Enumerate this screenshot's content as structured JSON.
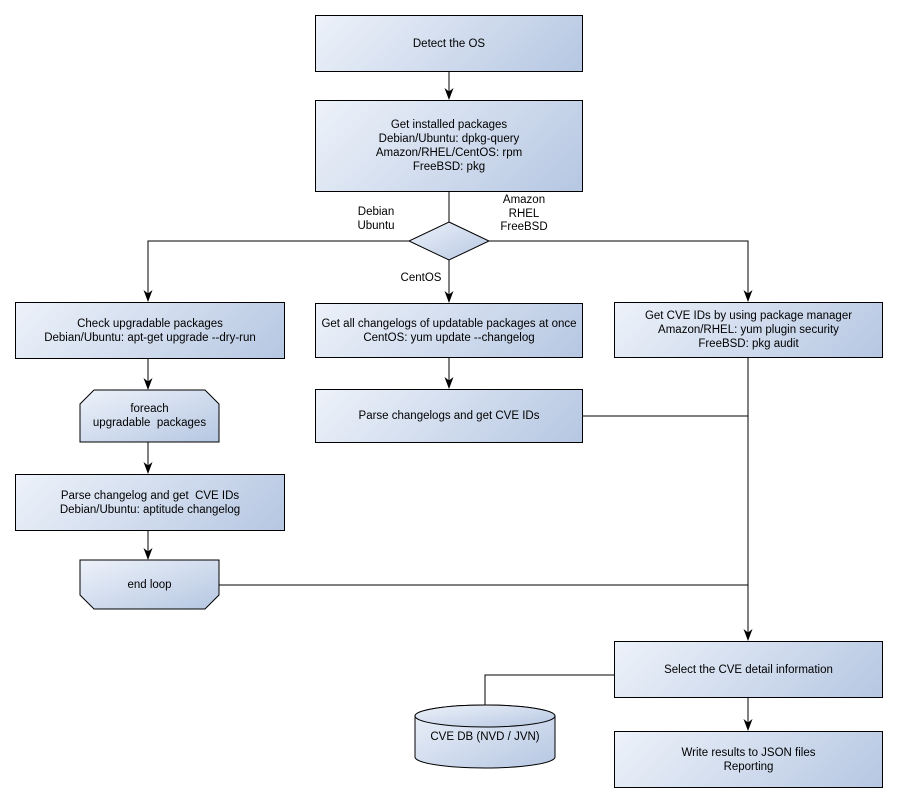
{
  "colors": {
    "background": "#ffffff",
    "node_fill_light": "#edf2fa",
    "node_fill_dark": "#b6c7e2",
    "node_border": "#000000",
    "line": "#000000"
  },
  "nodes": {
    "detect_os": {
      "lines": [
        "Detect the OS"
      ]
    },
    "get_installed_packages": {
      "lines": [
        "Get installed packages",
        "Debian/Ubuntu: dpkg-query",
        "Amazon/RHEL/CentOS: rpm",
        "FreeBSD: pkg"
      ]
    },
    "check_upgradable": {
      "lines": [
        "Check upgradable packages",
        "Debian/Ubuntu: apt-get upgrade --dry-run"
      ]
    },
    "foreach_loop": {
      "lines": [
        "foreach",
        "upgradable  packages"
      ]
    },
    "parse_changelog_left": {
      "lines": [
        "Parse changelog and get  CVE IDs",
        "Debian/Ubuntu: aptitude changelog"
      ]
    },
    "end_loop": {
      "lines": [
        "end loop"
      ]
    },
    "get_all_changelogs": {
      "lines": [
        "Get all changelogs of updatable packages at once",
        "CentOS: yum update --changelog"
      ]
    },
    "parse_changelogs_mid": {
      "lines": [
        "Parse changelogs and get CVE IDs"
      ]
    },
    "get_cve_ids_right": {
      "lines": [
        "Get CVE IDs by using package manager",
        "Amazon/RHEL: yum plugin security",
        "FreeBSD: pkg audit"
      ]
    },
    "select_cve_detail": {
      "lines": [
        "Select the CVE detail information"
      ]
    },
    "cve_db": {
      "lines": [
        "CVE DB (NVD / JVN)"
      ]
    },
    "write_results": {
      "lines": [
        "Write results to JSON files",
        "Reporting"
      ]
    }
  },
  "edge_labels": {
    "debian_ubuntu": {
      "lines": [
        "Debian",
        "Ubuntu"
      ]
    },
    "amazon_rhel_freebsd": {
      "lines": [
        "Amazon",
        "RHEL",
        "FreeBSD"
      ]
    },
    "centos": {
      "lines": [
        "CentOS"
      ]
    }
  }
}
